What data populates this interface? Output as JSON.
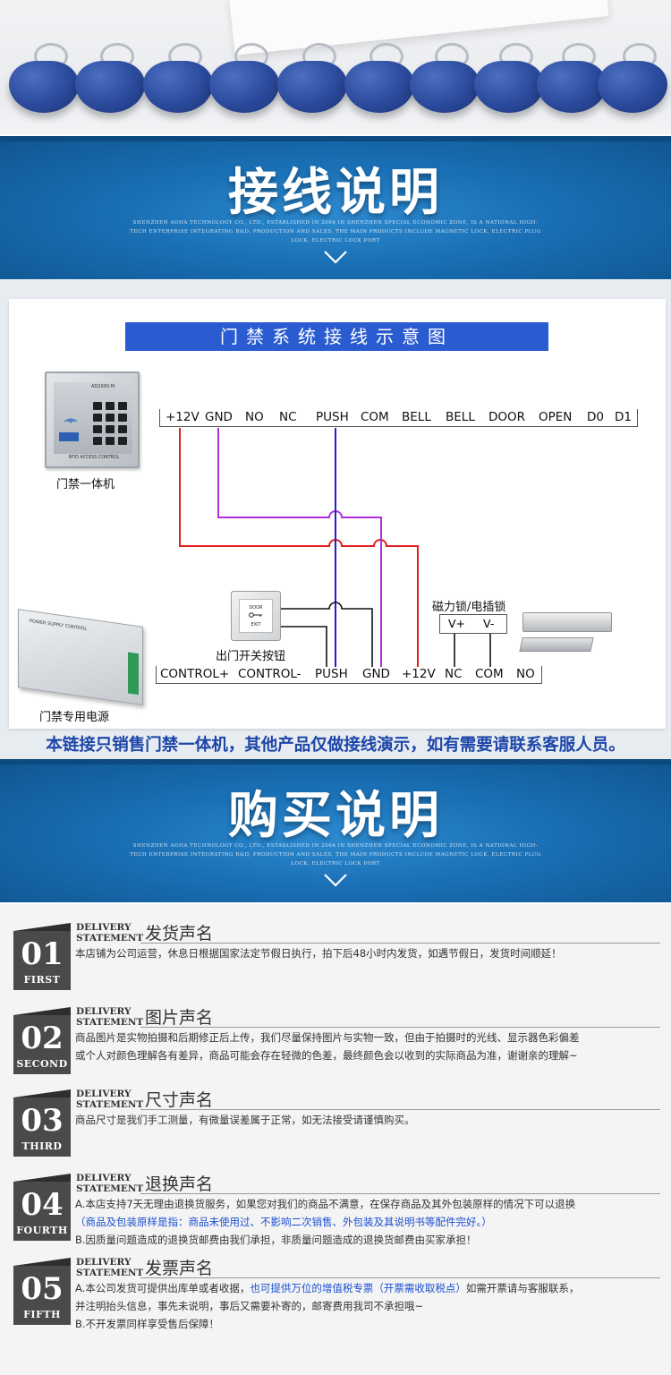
{
  "banner1": {
    "title": "接线说明",
    "sub": "SHENZHEN AOHA TECHNOLOGY CO., LTD., ESTABLISHED IN 2004 IN SHENZHEN SPECIAL ECONOMIC ZONE, IS A NATIONAL HIGH-TECH ENTERPRISE INTEGRATING R&D, PRODUCTION AND SALES. THE MAIN PRODUCTS INCLUDE MAGNETIC LOCK, ELECTRIC PLUG LOCK, ELECTRIC LOCK PORT"
  },
  "diagram": {
    "title": "门禁系统接线示意图",
    "top_terminals": [
      "+12V",
      "GND",
      "NO",
      "NC",
      "PUSH",
      "COM",
      "BELL",
      "BELL",
      "DOOR",
      "OPEN",
      "D0",
      "D1"
    ],
    "bottom_terminals": [
      "CONTROL+",
      "CONTROL-",
      "PUSH",
      "GND",
      "+12V",
      "NC",
      "COM",
      "NO"
    ],
    "lock_terminals": [
      "V+",
      "V-"
    ],
    "labels": {
      "keypad": "门禁一体机",
      "exit_button": "出门开关按钮",
      "power_supply": "门禁专用电源",
      "lock": "磁力锁/电插锁"
    },
    "keypad_model": "AD2000-M",
    "keypad_brand": "RFID ACCESS CONTROL",
    "exit_button_text": [
      "DOOR",
      "EXIT"
    ],
    "psu_text": "POWER SUPPLY CONTROL",
    "wire_colors": {
      "red": "#e02020",
      "purple": "#b030e0",
      "blue": "#2020d0",
      "black": "#111111"
    }
  },
  "notice": "本链接只销售门禁一体机，其他产品仅做接线演示，如有需要请联系客服人员。",
  "banner2": {
    "title": "购买说明",
    "sub": "SHENZHEN AOHA TECHNOLOGY CO., LTD., ESTABLISHED IN 2004 IN SHENZHEN SPECIAL ECONOMIC ZONE, IS A NATIONAL HIGH-TECH ENTERPRISE INTEGRATING R&D, PRODUCTION AND SALES. THE MAIN PRODUCTS INCLUDE MAGNETIC LOCK, ELECTRIC PLUG LOCK, ELECTRIC LOCK PORT"
  },
  "statements": [
    {
      "num": "01",
      "word": "FIRST",
      "en1": "DELIVERY",
      "en2": "STATEMENT",
      "title": "发货声名",
      "lines": [
        [
          {
            "t": "本店铺为公司运营，休息日根据国家法定节假日执行，拍下后48小时内发货，如遇节假日，发货时间顺延！",
            "blue": false
          }
        ]
      ]
    },
    {
      "num": "02",
      "word": "SECOND",
      "en1": "DELIVERY",
      "en2": "STATEMENT",
      "title": "图片声名",
      "lines": [
        [
          {
            "t": "商品图片是实物拍摄和后期修正后上传，我们尽量保持图片与实物一致，但由于拍摄时的光线、显示器色彩偏差",
            "blue": false
          }
        ],
        [
          {
            "t": "或个人对颜色理解各有差异，商品可能会存在轻微的色差，最终颜色会以收到的实际商品为准，谢谢亲的理解~",
            "blue": false
          }
        ]
      ]
    },
    {
      "num": "03",
      "word": "THIRD",
      "en1": "DELIVERY",
      "en2": "STATEMENT",
      "title": "尺寸声名",
      "lines": [
        [
          {
            "t": "商品尺寸是我们手工测量，有微量误差属于正常，如无法接受请谨慎购买。",
            "blue": false
          }
        ]
      ]
    },
    {
      "num": "04",
      "word": "FOURTH",
      "en1": "DELIVERY",
      "en2": "STATEMENT",
      "title": "退换声名",
      "lines": [
        [
          {
            "t": "A.本店支持7天无理由退换货服务，如果您对我们的商品不满意，在保存商品及其外包装原样的情况下可以退换",
            "blue": false
          }
        ],
        [
          {
            "t": "（商品及包装原样是指：商品未使用过、不影响二次销售、外包装及其说明书等配件完好。）",
            "blue": true
          }
        ],
        [
          {
            "t": "B.因质量问题造成的退换货邮费由我们承担，非质量问题造成的退换货邮费由买家承担！",
            "blue": false
          }
        ]
      ]
    },
    {
      "num": "05",
      "word": "FIFTH",
      "en1": "DELIVERY",
      "en2": "STATEMENT",
      "title": "发票声名",
      "lines": [
        [
          {
            "t": "A.本公司发货可提供出库单或者收据，",
            "blue": false
          },
          {
            "t": "也可提供万位的增值税专票（开票需收取税点）",
            "blue": true
          },
          {
            "t": "如需开票请与客服联系，",
            "blue": false
          }
        ],
        [
          {
            "t": "   并注明抬头信息，事先未说明，事后又需要补寄的，邮寄费用我司不承担哦~",
            "blue": false
          }
        ],
        [
          {
            "t": "B.不开发票同样享受售后保障！",
            "blue": false
          }
        ]
      ]
    }
  ]
}
